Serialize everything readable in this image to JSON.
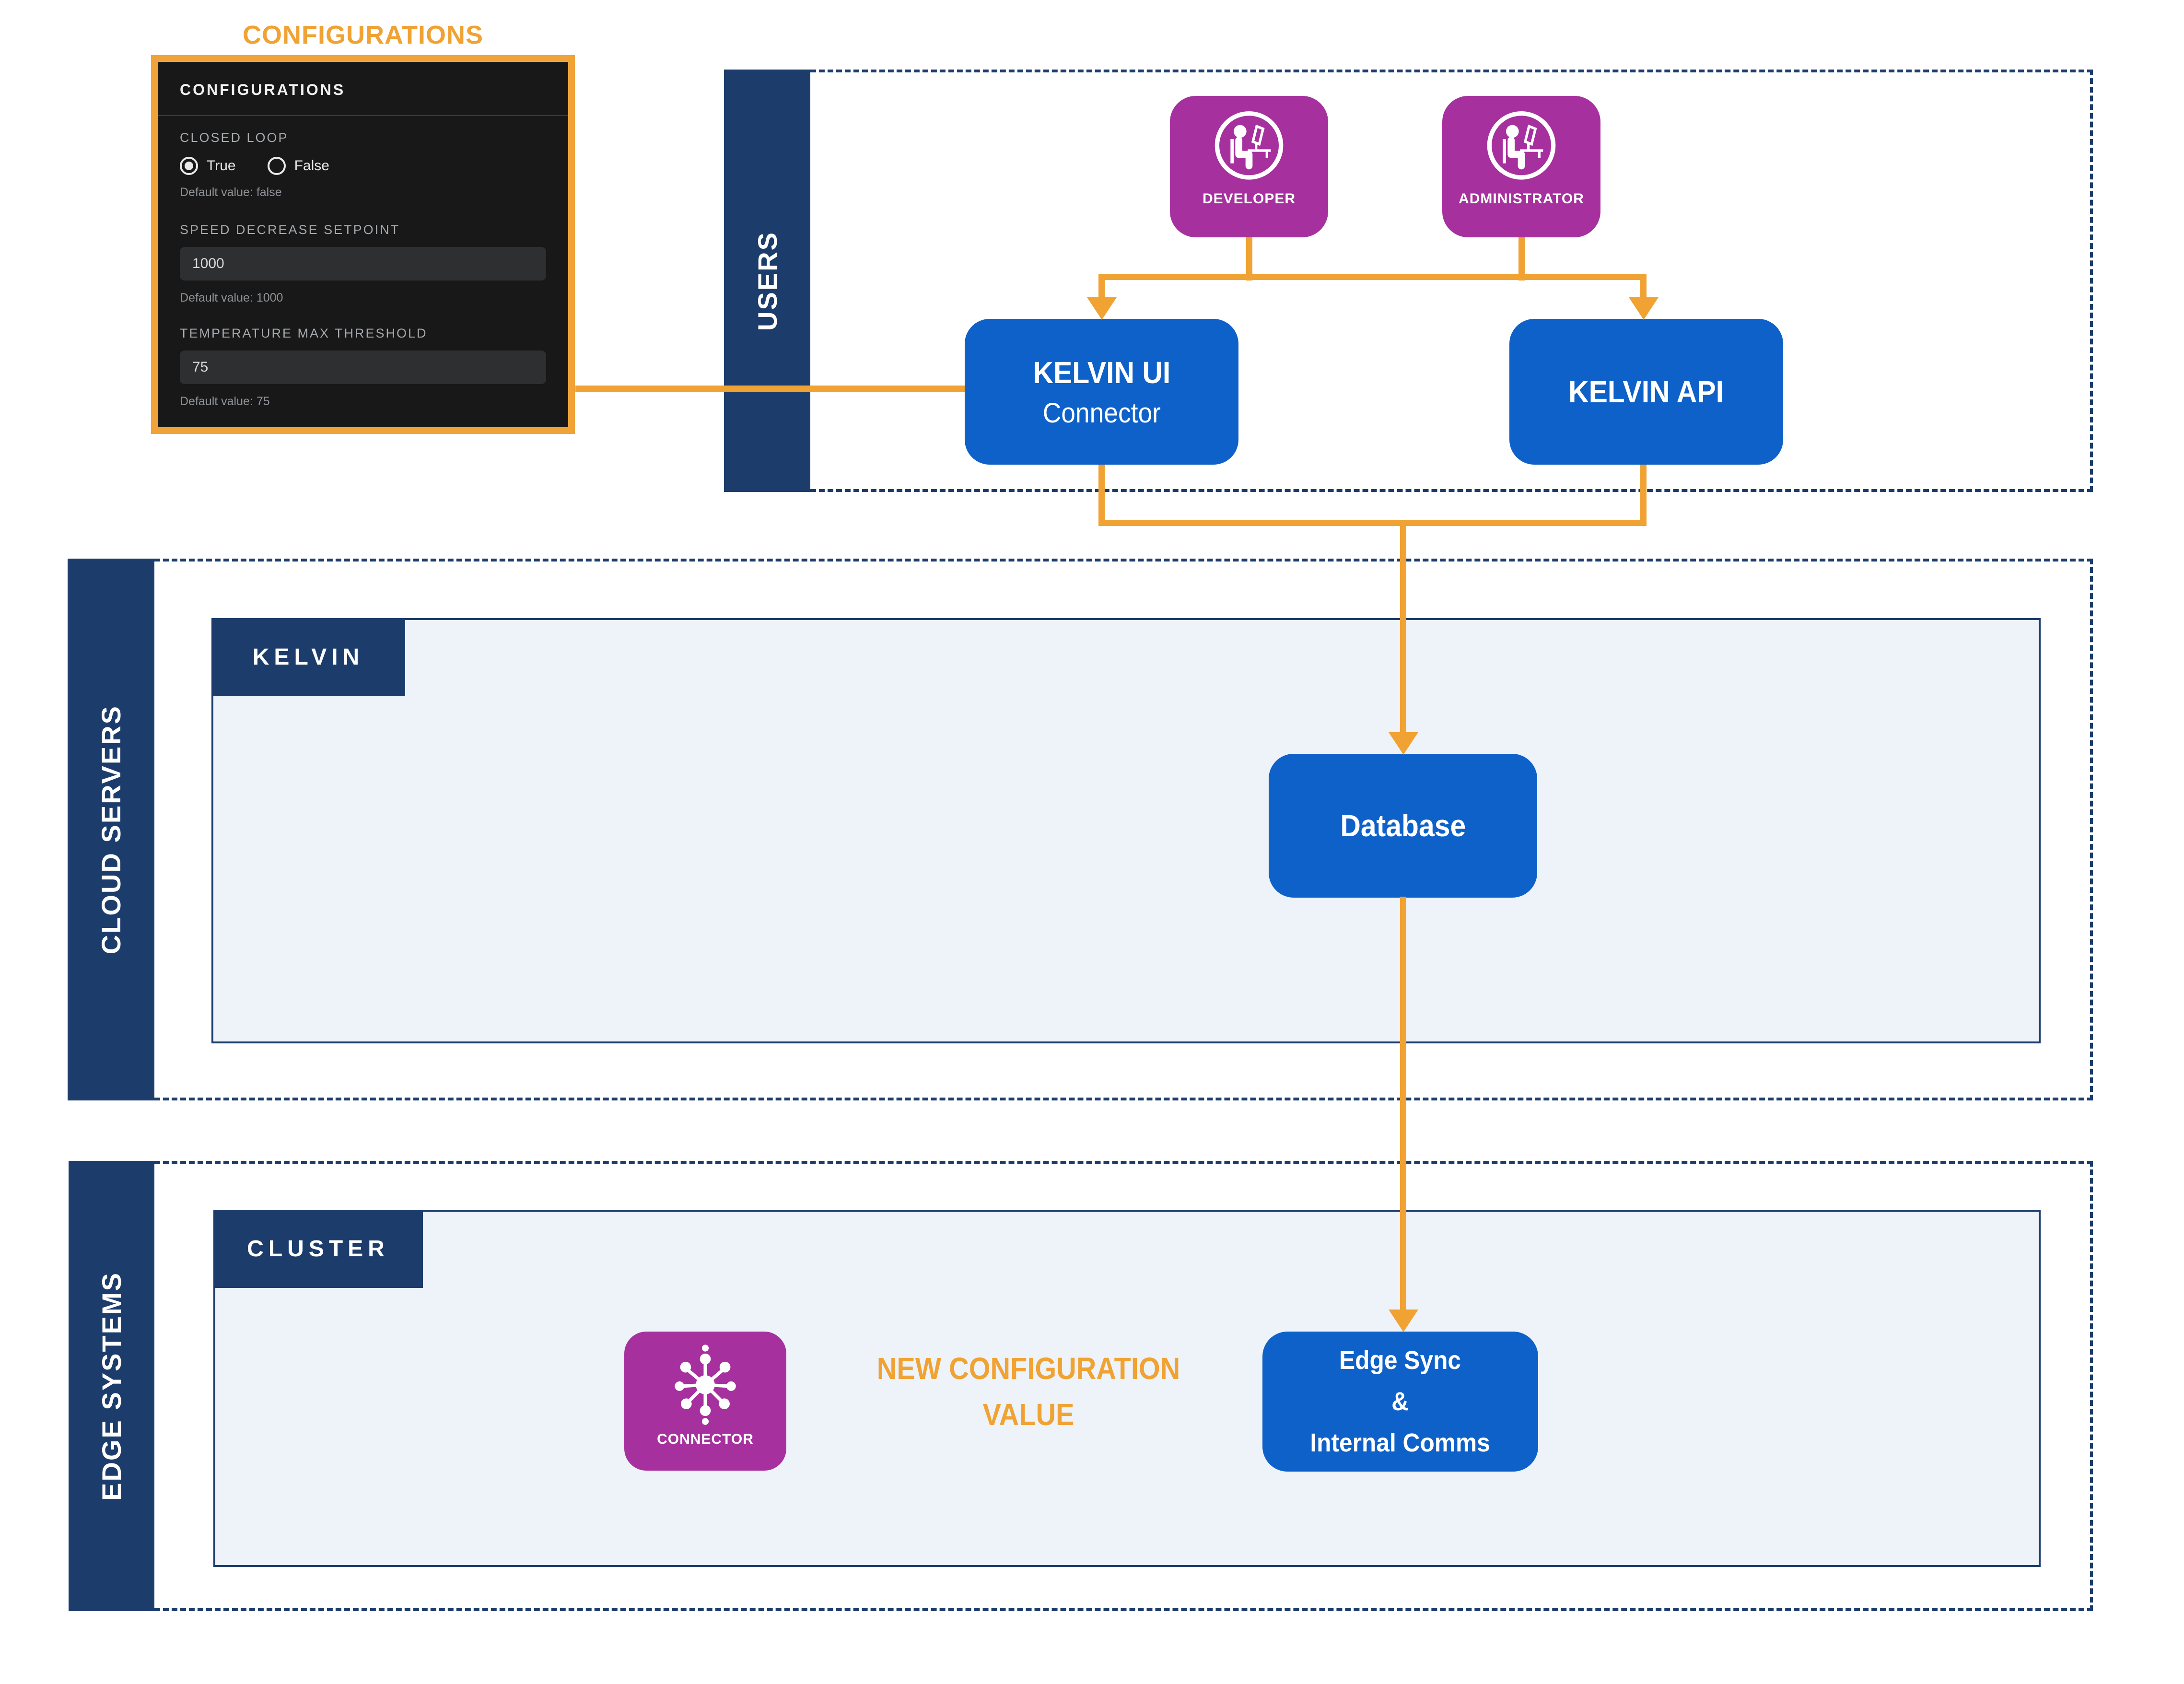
{
  "title": "CONFIGURATIONS",
  "colors": {
    "orange": "#F0A232",
    "navy": "#1C3D6C",
    "blue": "#0E61C8",
    "purple": "#A6309E",
    "panel_bg": "#181818",
    "container_fill": "#EDF3F9"
  },
  "config_panel": {
    "header": "CONFIGURATIONS",
    "closed_loop": {
      "label": "CLOSED LOOP",
      "options": [
        {
          "label": "True",
          "selected": true
        },
        {
          "label": "False",
          "selected": false
        }
      ],
      "default_note": "Default value: false"
    },
    "speed": {
      "label": "SPEED DECREASE SETPOINT",
      "value": "1000",
      "default_note": "Default value: 1000"
    },
    "temperature": {
      "label": "TEMPERATURE MAX THRESHOLD",
      "value": "75",
      "default_note": "Default value: 75"
    }
  },
  "lanes": {
    "users": "USERS",
    "cloud": "CLOUD SERVERS",
    "edge": "EDGE SYSTEMS"
  },
  "actors": {
    "developer": "DEVELOPER",
    "administrator": "ADMINISTRATOR"
  },
  "nodes": {
    "kelvin_ui": {
      "title": "KELVIN UI",
      "subtitle": "Connector"
    },
    "kelvin_api": "KELVIN API",
    "database": "Database",
    "edge_sync": {
      "line1": "Edge Sync",
      "line2": "&",
      "line3": "Internal Comms"
    },
    "connector": "CONNECTOR"
  },
  "containers": {
    "kelvin": "KELVIN",
    "cluster": "CLUSTER"
  },
  "annotation": {
    "line1": "NEW CONFIGURATION",
    "line2": "VALUE"
  },
  "icons": {
    "developer": "person-at-desk-icon",
    "administrator": "person-at-desk-icon",
    "connector": "hub-network-icon"
  }
}
